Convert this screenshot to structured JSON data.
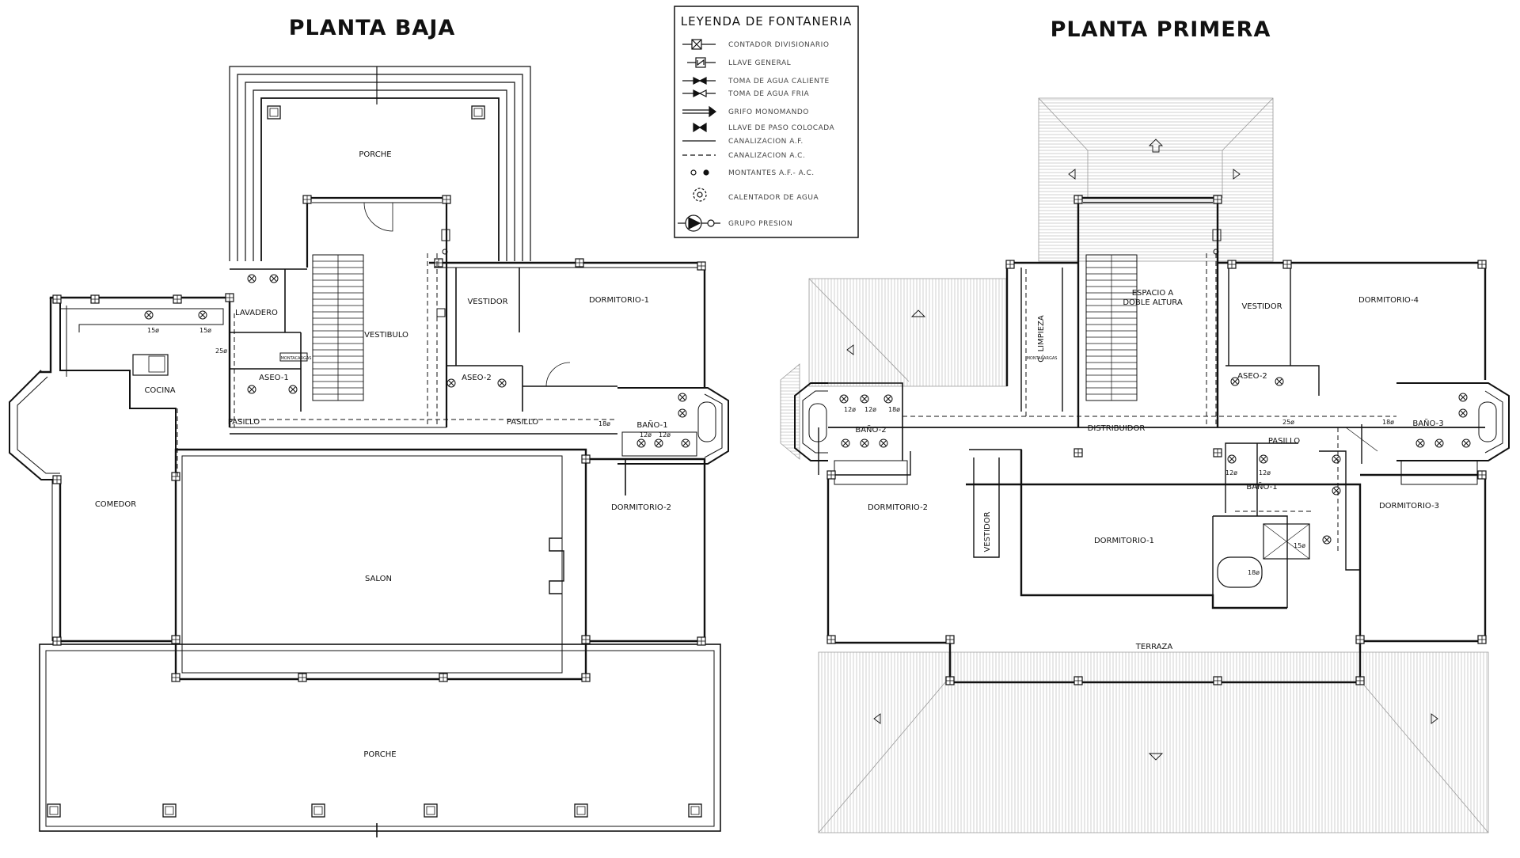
{
  "titles": {
    "ground": "PLANTA BAJA",
    "first": "PLANTA PRIMERA"
  },
  "legend": {
    "title": "LEYENDA DE FONTANERIA",
    "items": [
      {
        "symbol": "contador-icon",
        "label": "CONTADOR DIVISIONARIO"
      },
      {
        "symbol": "llave-general-icon",
        "label": "LLAVE GENERAL"
      },
      {
        "symbol": "toma-caliente-icon",
        "label": "TOMA DE AGUA CALIENTE"
      },
      {
        "symbol": "toma-fria-icon",
        "label": "TOMA DE AGUA FRIA"
      },
      {
        "symbol": "grifo-icon",
        "label": "GRIFO MONOMANDO"
      },
      {
        "symbol": "llave-paso-icon",
        "label": "LLAVE DE PASO COLOCADA"
      },
      {
        "symbol": "line-solid-icon",
        "label": "CANALIZACION A.F."
      },
      {
        "symbol": "line-dashed-icon",
        "label": "CANALIZACION A.C."
      },
      {
        "symbol": "montantes-icon",
        "label": "MONTANTES A.F.- A.C."
      },
      {
        "symbol": "calentador-icon",
        "label": "CALENTADOR DE AGUA"
      },
      {
        "symbol": "grupo-presion-icon",
        "label": "GRUPO PRESION"
      }
    ]
  },
  "ground_rooms": {
    "porche_top": "PORCHE",
    "lavadero": "LAVADERO",
    "vestibulo": "VESTIBULO",
    "vestidor": "VESTIDOR",
    "dormitorio1": "DORMITORIO-1",
    "cocina": "COCINA",
    "aseo1": "ASEO-1",
    "aseo2": "ASEO-2",
    "pasillo_left": "PASILLO",
    "pasillo_right": "PASILLO",
    "bano1": "BAÑO-1",
    "comedor": "COMEDOR",
    "salon": "SALON",
    "dormitorio2": "DORMITORIO-2",
    "porche_bottom": "PORCHE",
    "montacargas": "MONTACARGAS"
  },
  "first_rooms": {
    "espacio": "ESPACIO A",
    "espacio2": "DOBLE ALTURA",
    "limpieza": "C. LIMPIEZA",
    "vestidor_top": "VESTIDOR",
    "dormitorio4": "DORMITORIO-4",
    "aseo2": "ASEO-2",
    "bano2": "BAÑO-2",
    "bano3": "BAÑO-3",
    "distribuidor": "DISTRIBUIDOR",
    "pasillo": "PASILLO",
    "bano1": "BAÑO-1",
    "dormitorio2": "DORMITORIO-2",
    "vestidor_left": "VESTIDOR",
    "dormitorio1": "DORMITORIO-1",
    "dormitorio3": "DORMITORIO-3",
    "terraza": "TERRAZA",
    "montacargas": "MONTACARGAS"
  },
  "pipe_labels": {
    "p15a": "15ø",
    "p15b": "15ø",
    "p25a": "25ø",
    "p18a": "18ø",
    "p12a": "12ø",
    "p12b": "12ø",
    "p12c": "12ø",
    "p12d": "12ø",
    "p18b": "18ø",
    "p25b": "25ø",
    "p18c": "18ø",
    "p12e": "12ø",
    "p12f": "12ø",
    "p15c": "15ø",
    "p18d": "18ø"
  }
}
